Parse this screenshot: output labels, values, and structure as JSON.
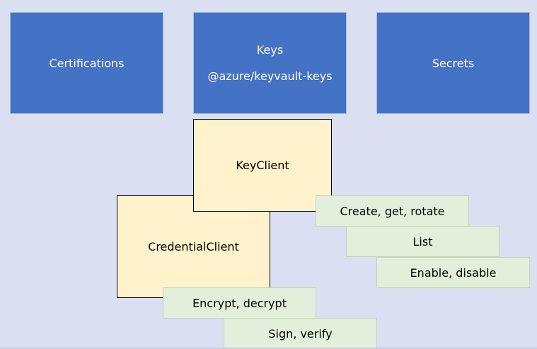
{
  "diagram": {
    "top_boxes": {
      "certifications": "Certifications",
      "keys_title": "Keys",
      "keys_package": "@azure/keyvault-keys",
      "secrets": "Secrets"
    },
    "clients": {
      "key_client": "KeyClient",
      "credential_client": "CredentialClient"
    },
    "operations": {
      "create_get_rotate": "Create, get, rotate",
      "list": "List",
      "enable_disable": "Enable, disable",
      "encrypt_decrypt": "Encrypt, decrypt",
      "sign_verify": "Sign, verify"
    },
    "colors": {
      "background": "#dae0f2",
      "blue_box": "#4472c4",
      "client_box": "#fff2cc",
      "operation_box": "#e2efda"
    }
  }
}
